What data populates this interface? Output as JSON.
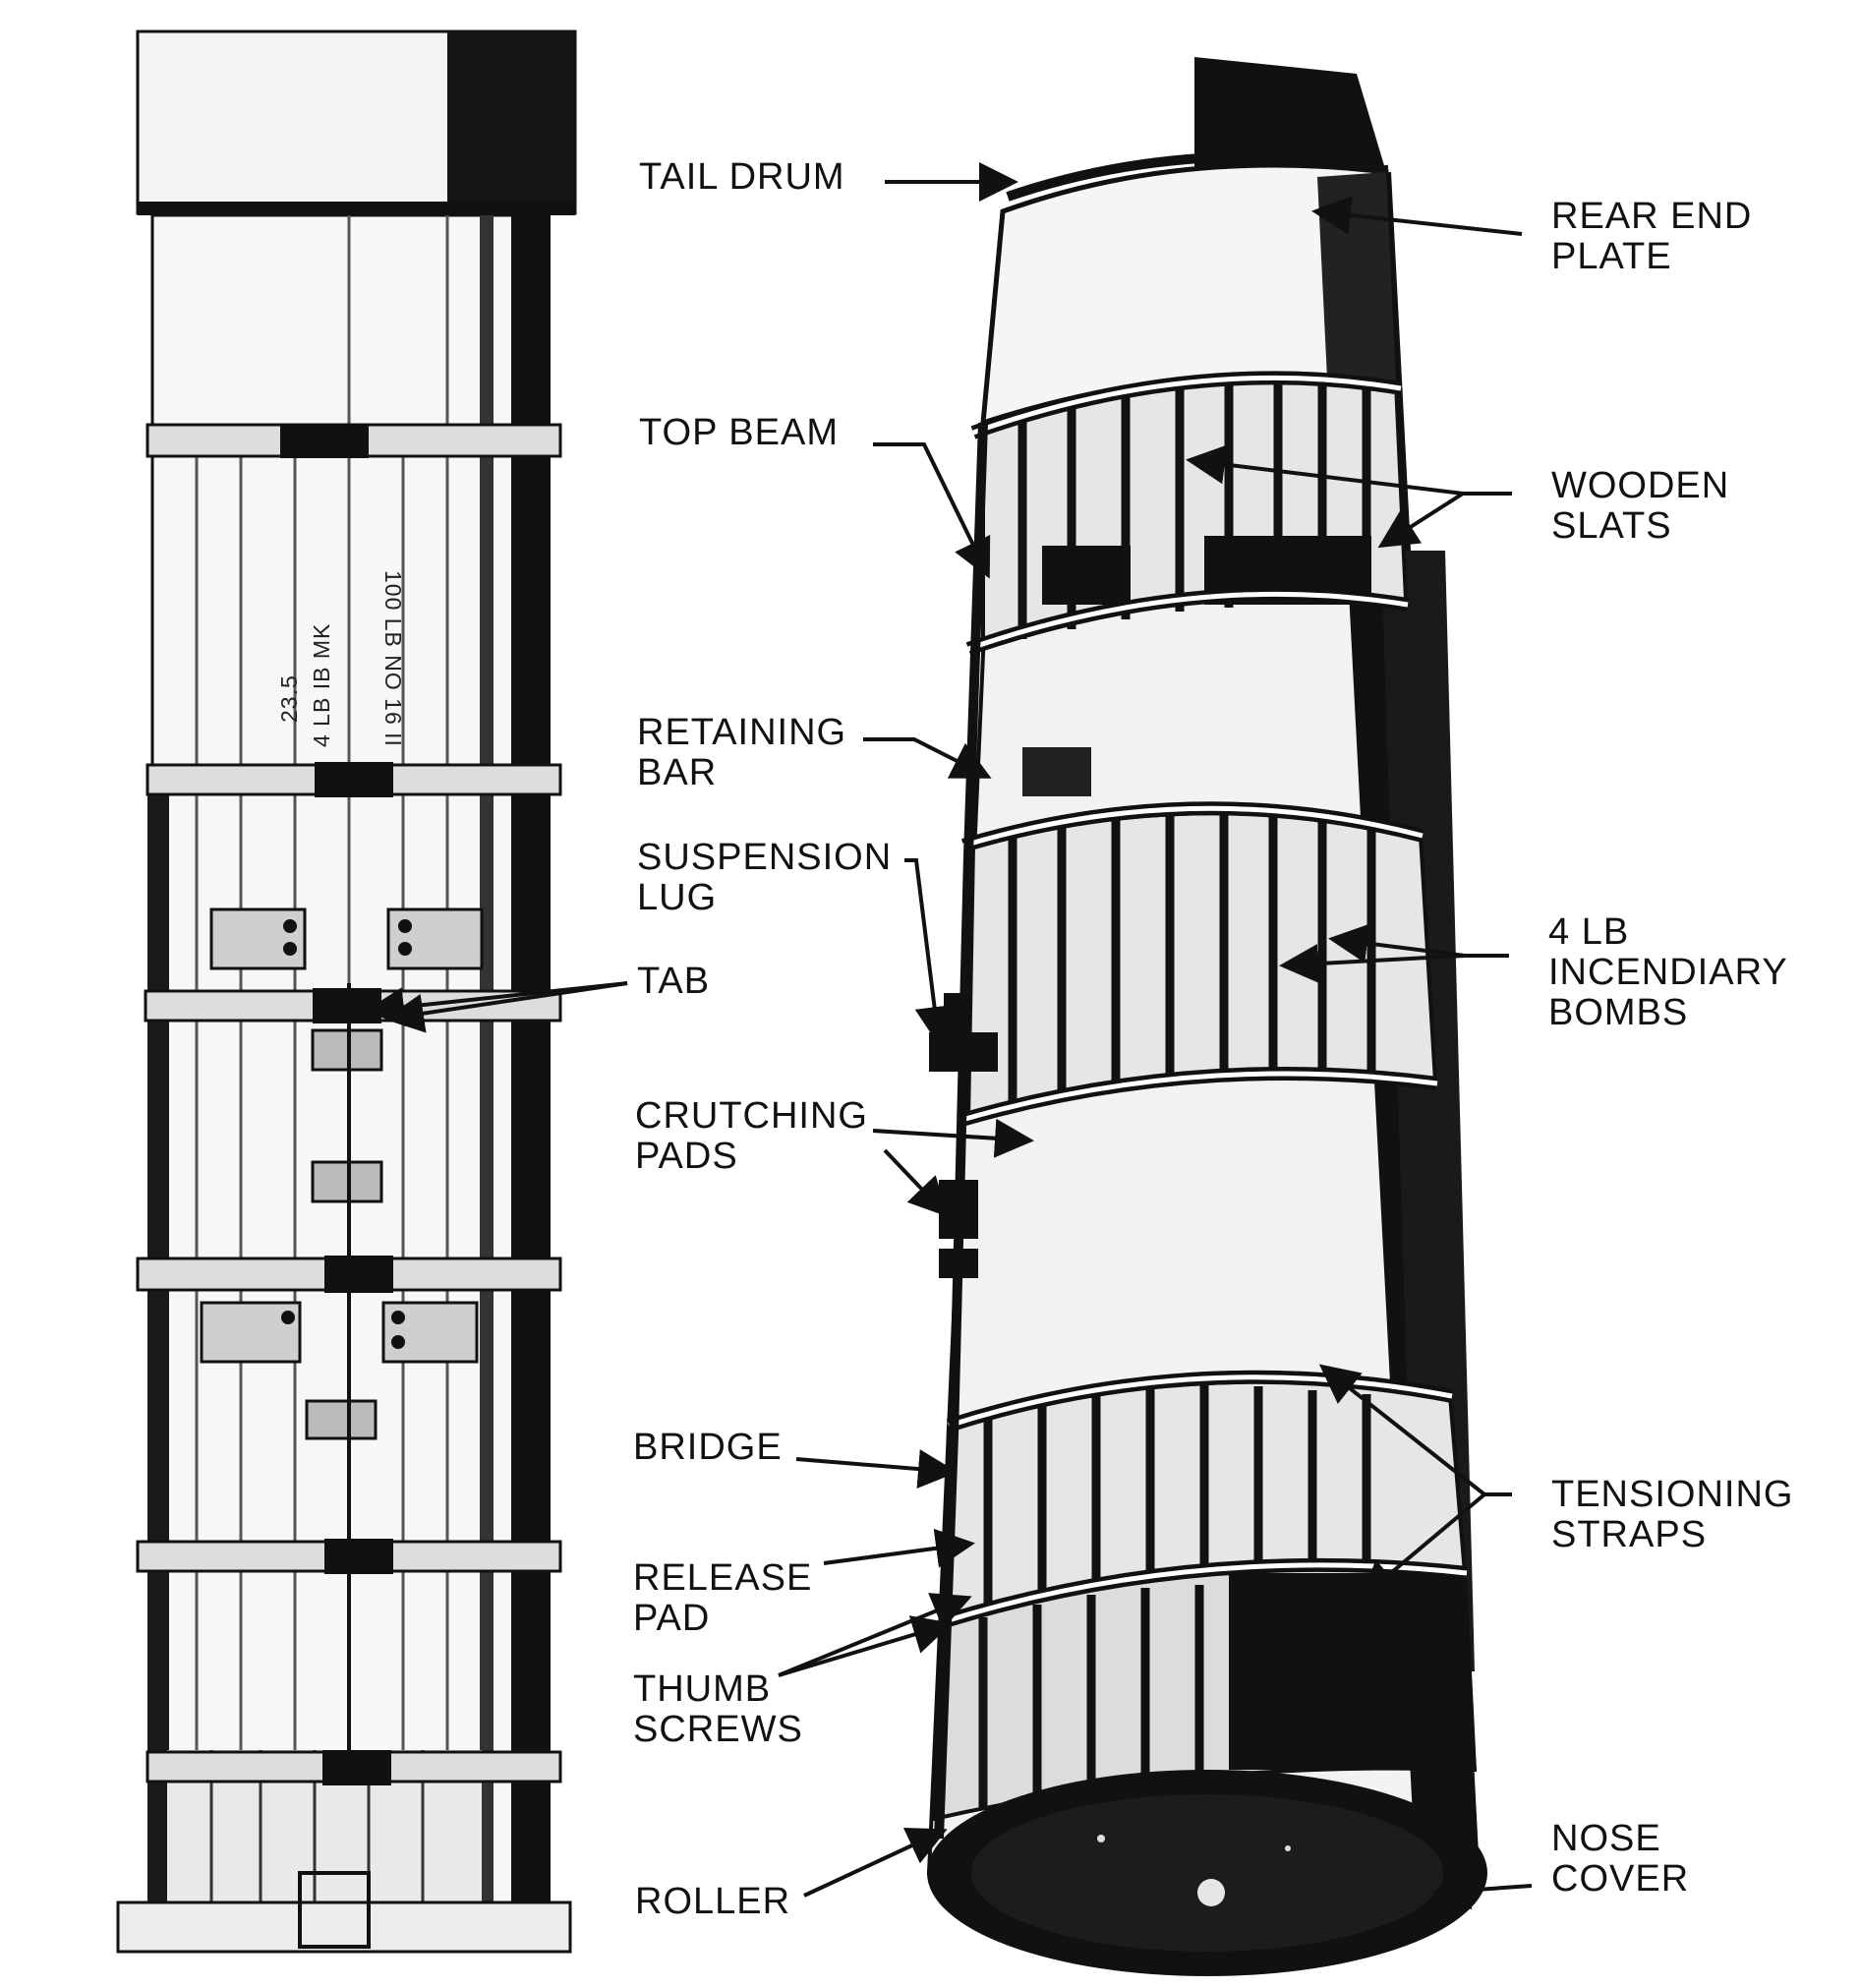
{
  "colors": {
    "ink": "#111111",
    "paper": "#ffffff",
    "shade": "#dcdcdc"
  },
  "stencil": {
    "line1": "23.5",
    "line2": "4 LB IB MK",
    "line3": "100 LB NO 16 II"
  },
  "callouts": {
    "tail_drum": "TAIL DRUM",
    "rear_end_plate": "REAR END\nPLATE",
    "top_beam": "TOP BEAM",
    "wooden_slats": "WOODEN\nSLATS",
    "retaining_bar": "RETAINING\nBAR",
    "suspension_lug": "SUSPENSION\nLUG",
    "tab": "TAB",
    "incendiary_bombs": "4 LB\nINCENDIARY\nBOMBS",
    "crutching_pads": "CRUTCHING\nPADS",
    "bridge": "BRIDGE",
    "tensioning_straps": "TENSIONING\nSTRAPS",
    "release_pad": "RELEASE\nPAD",
    "thumb_screws": "THUMB\nSCREWS",
    "roller": "ROLLER",
    "nose_cover": "NOSE\nCOVER"
  }
}
